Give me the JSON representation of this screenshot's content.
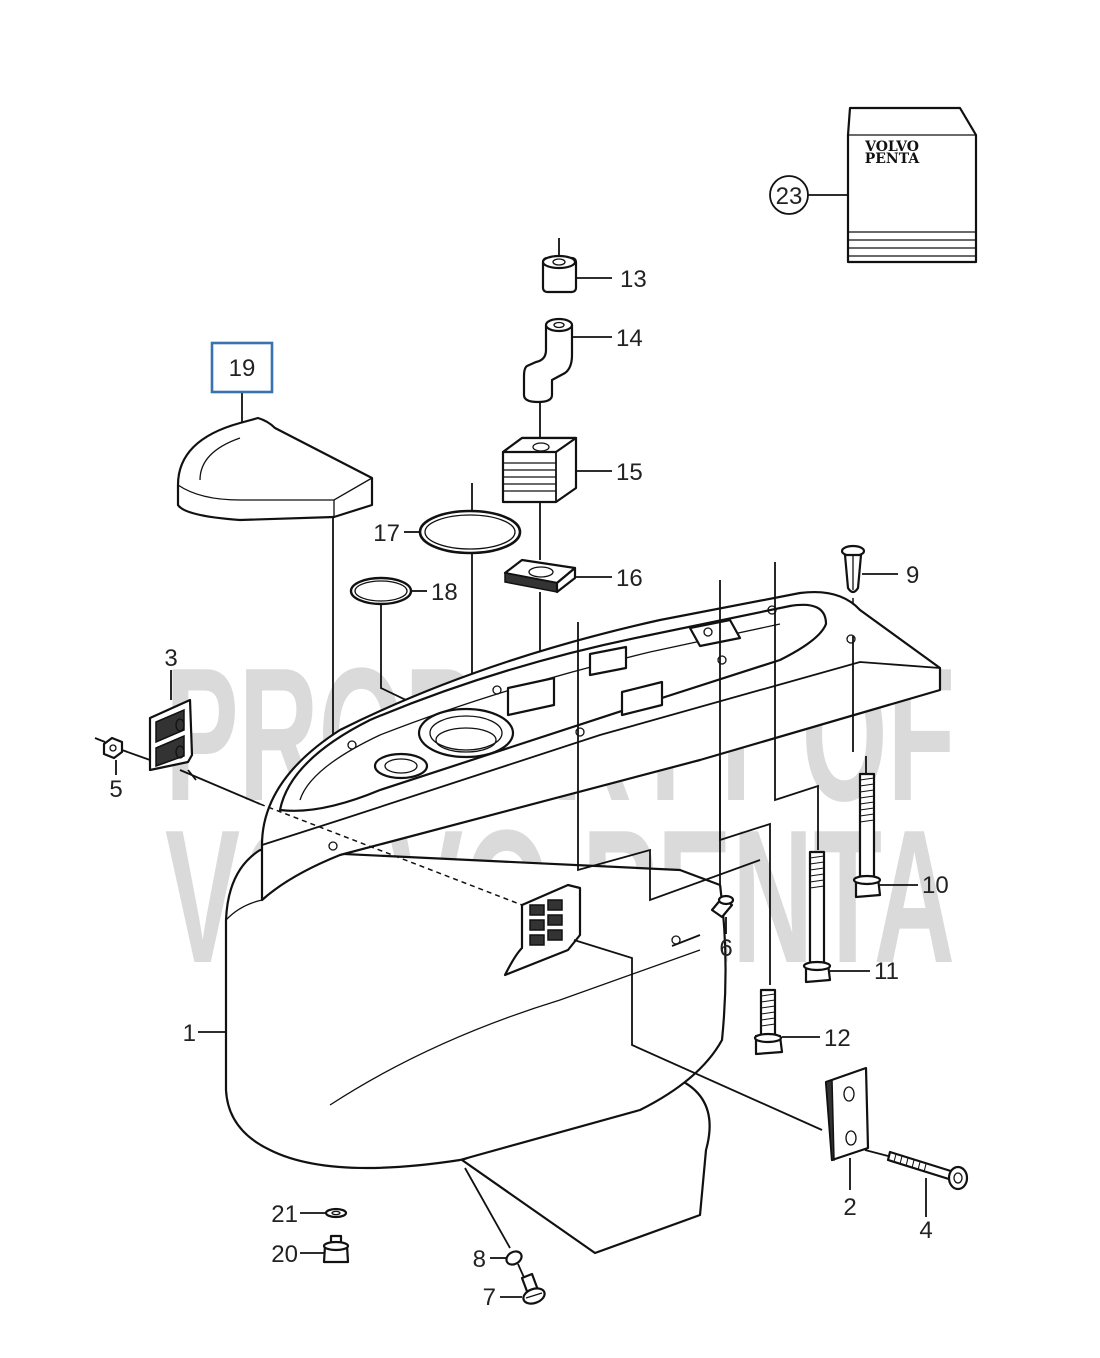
{
  "watermark": {
    "line1": "PROPERTY OF",
    "line2": "VOLVO PENTA"
  },
  "manual": {
    "brand_line1": "VOLVO",
    "brand_line2": "PENTA"
  },
  "highlighted_callout": "19",
  "callouts": {
    "c1": "1",
    "c2": "2",
    "c3": "3",
    "c4": "4",
    "c5": "5",
    "c6": "6",
    "c7": "7",
    "c8": "8",
    "c9": "9",
    "c10": "10",
    "c11": "11",
    "c12": "12",
    "c13": "13",
    "c14": "14",
    "c15": "15",
    "c16": "16",
    "c17": "17",
    "c18": "18",
    "c19": "19",
    "c20": "20",
    "c21": "21",
    "c23": "23"
  }
}
